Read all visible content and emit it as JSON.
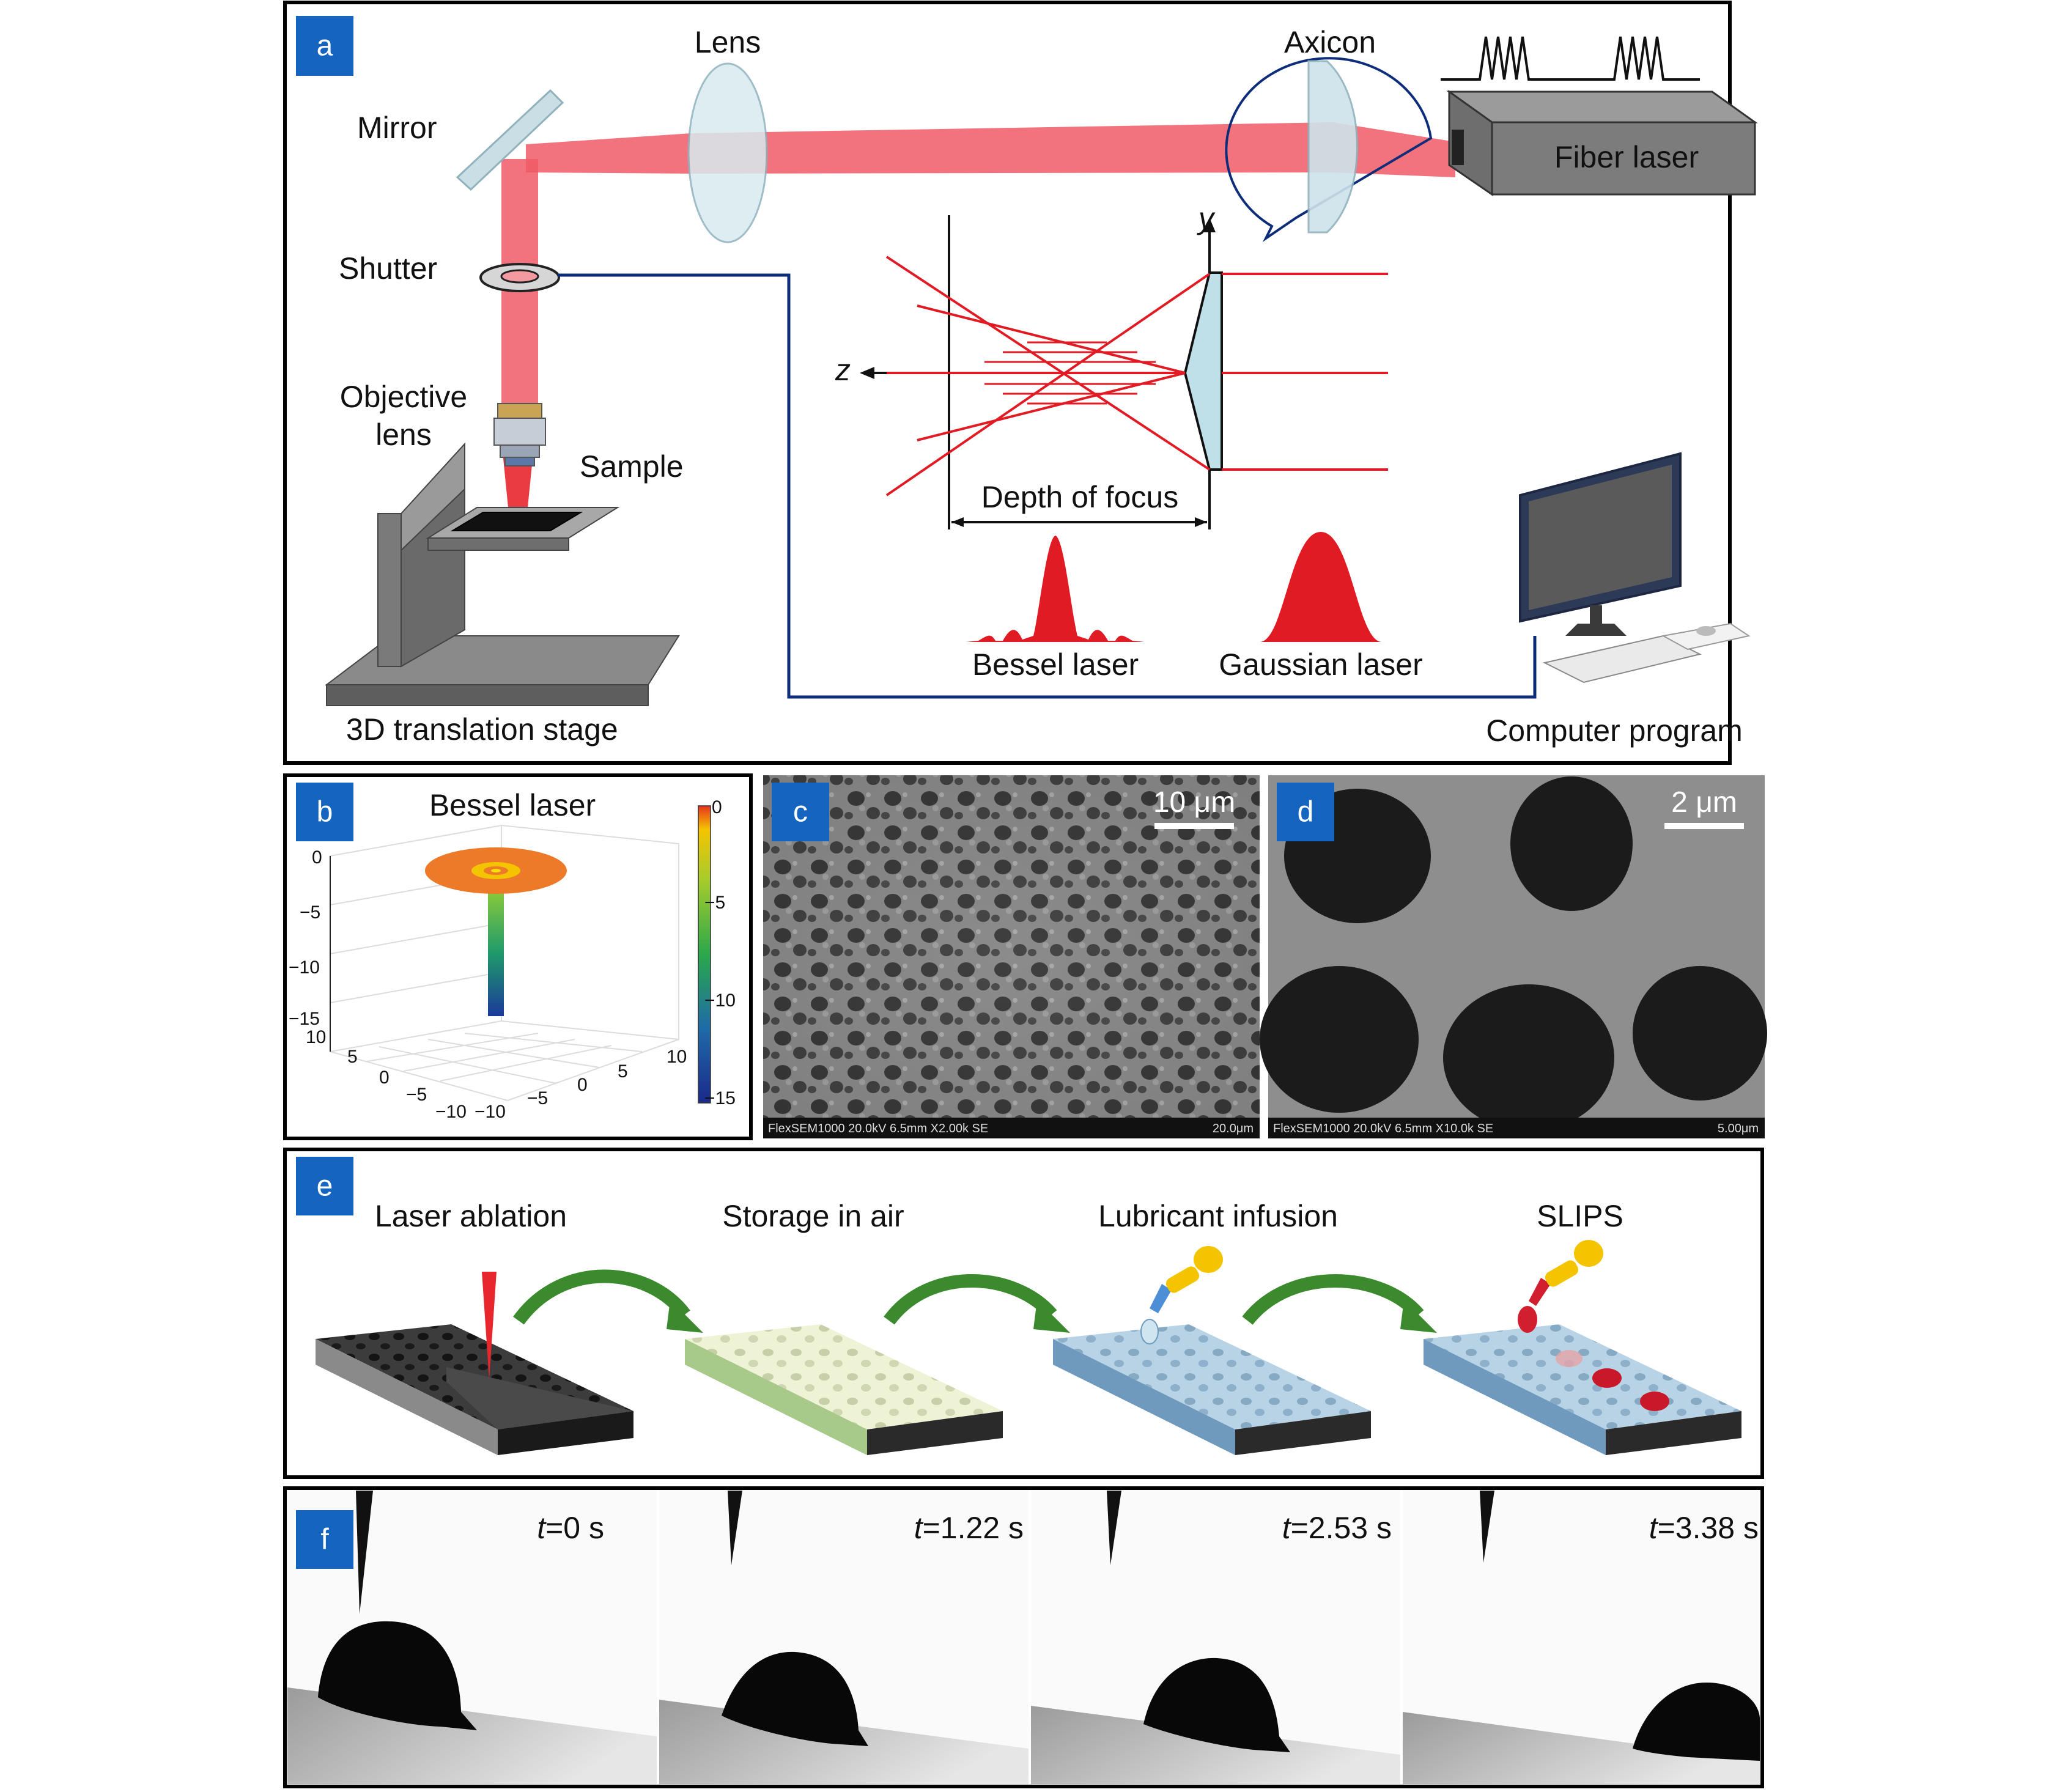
{
  "panel_a": {
    "tag": "a",
    "labels": {
      "lens": "Lens",
      "axicon": "Axicon",
      "mirror": "Mirror",
      "fiber_laser": "Fiber laser",
      "shutter": "Shutter",
      "objective_1": "Objective",
      "objective_2": "lens",
      "sample": "Sample",
      "stage": "3D translation stage",
      "computer": "Computer program",
      "y_axis": "y",
      "z_axis": "z",
      "depth": "Depth of focus",
      "bessel": "Bessel laser",
      "gaussian": "Gaussian laser"
    }
  },
  "panel_b": {
    "tag": "b",
    "title": "Bessel laser",
    "z_ticks": [
      "0",
      "−5",
      "−10",
      "−15"
    ],
    "x_ticks": [
      "10",
      "5",
      "0",
      "−5",
      "−10"
    ],
    "y_ticks": [
      "−10",
      "−5",
      "0",
      "5",
      "10"
    ],
    "colorbar_ticks": [
      "0",
      "−5",
      "−10",
      "−15"
    ]
  },
  "panel_c": {
    "tag": "c",
    "scale_bar": "10 μm",
    "info": "FlexSEM1000 20.0kV 6.5mm X2.00k SE",
    "info_right": "20.0μm"
  },
  "panel_d": {
    "tag": "d",
    "scale_bar": "2 μm",
    "info": "FlexSEM1000 20.0kV 6.5mm X10.0k SE",
    "info_right": "5.00μm"
  },
  "panel_e": {
    "tag": "e",
    "steps": [
      "Laser ablation",
      "Storage in air",
      "Lubricant infusion",
      "SLIPS"
    ]
  },
  "panel_f": {
    "tag": "f",
    "frames": [
      {
        "t": "t",
        "value": "=0 s"
      },
      {
        "t": "t",
        "value": "=1.22 s"
      },
      {
        "t": "t",
        "value": "=2.53 s"
      },
      {
        "t": "t",
        "value": "=3.38 s"
      }
    ]
  }
}
